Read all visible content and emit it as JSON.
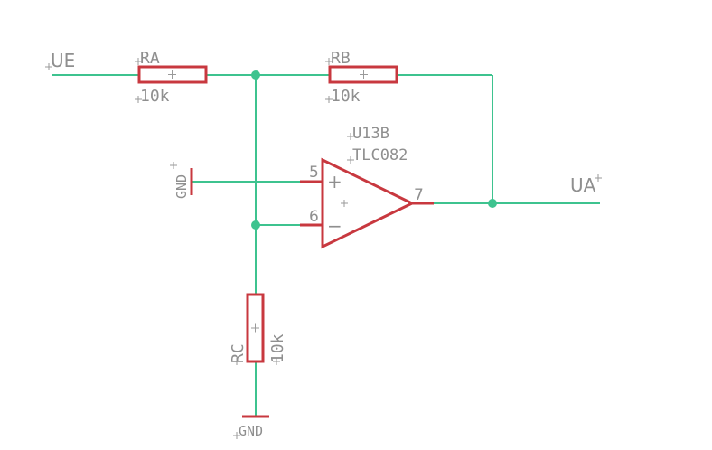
{
  "nets": {
    "input": "UE",
    "output": "UA",
    "ground_ref": "GND",
    "ground_bottom": "GND"
  },
  "parts": {
    "ra": {
      "name": "RA",
      "value": "10k"
    },
    "rb": {
      "name": "RB",
      "value": "10k"
    },
    "rc": {
      "name": "RC",
      "value": "10k"
    },
    "opamp": {
      "name": "U13B",
      "value": "TLC082"
    }
  },
  "pins": {
    "noninverting": "5",
    "inverting": "6",
    "output": "7",
    "plus_sign": "+",
    "minus_sign": "−"
  },
  "colors": {
    "wire": "#3ec38f",
    "component": "#c8383f",
    "label": "#8f8f8f"
  }
}
